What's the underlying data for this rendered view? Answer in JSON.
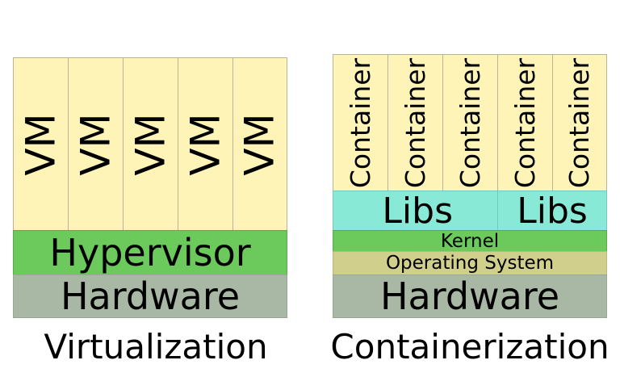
{
  "virtualization": {
    "caption": "Virtualization",
    "vms": [
      "VM",
      "VM",
      "VM",
      "VM",
      "VM"
    ],
    "hypervisor": "Hypervisor",
    "hardware": "Hardware"
  },
  "containerization": {
    "caption": "Containerization",
    "containers": [
      "Container",
      "Container",
      "Container",
      "Container",
      "Container"
    ],
    "libs": [
      "Libs",
      "Libs"
    ],
    "kernel": "Kernel",
    "os": "Operating System",
    "hardware": "Hardware"
  },
  "colors": {
    "app_layer": "#fff4b8",
    "hypervisor_kernel": "#6cc95c",
    "hardware": "#a8b8a4",
    "libs": "#88ead6",
    "os": "#d0d08c"
  }
}
